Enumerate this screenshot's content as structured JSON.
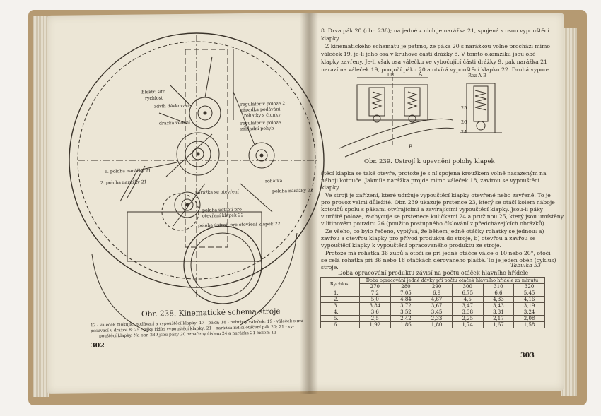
{
  "left_page": {
    "figure_caption": "Obr. 238. Kinematické schema stroje",
    "legend_lines": [
      "12 - váleček blokující podávací a vypouštěcí klapky; 17 - páka; 18 - nebrbný váleček; 19 - váleček s mu-",
      "posuvací v drážce 8; 25 - páky řídící vypouštěcí klapky; 21 - narážka řídící otáčení pák 20; 21 - vy-",
      "pouštěcí klapky. Na obr. 239 jsou páky 20 označeny číslem 24 a narážka 21 číslem 11"
    ],
    "diagram_labels": [
      "Elektr. síto",
      "rychlost",
      "zdvih dávkovací",
      "drážka vedení",
      "regulátor v poloze 2",
      "západka podávání",
      "rohatky s člunky",
      "regulátor v poloze",
      "základní pohyb",
      "1. poloha narážky 21",
      "2. poloha narážky 21",
      "rohatka",
      "narážka se otevření",
      "poloha narážky 22",
      "poloha ústrojí pro",
      "otevření klapek 22",
      "poloha ústrojí pro otevření klapek 22"
    ],
    "page_number": "302"
  },
  "right_page": {
    "text_top": [
      "8. Drva pák 20 (obr. 238); na jedné z nich je narážka 21, spojená s osou vypouštěcí",
      "klapky.",
      "Z kinematického schematu je patrno, že páka 20 s narážkou volně prochází mimo",
      "váleček 19, je-li jeho osa v kruhové části drážky 8. V tomto okamžiku jsou obě",
      "klapky zavřeny. Je-li však osa válečku ve vybočující části drážky 9, pak narážka 21",
      "narazí na váleček 19, pootočí páku 20 a otvírá vypouštěcí klapku 22. Druhá vypou-"
    ],
    "figure_caption": "Obr. 239. Ústrojí k upevnění polohy klapek",
    "figure_labels": {
      "dim": "110",
      "section": "Řez A-B",
      "a": "A",
      "b": "B",
      "n25": "25",
      "n26": "26",
      "n24": "24"
    },
    "paragraphs": [
      "štěcí klapka se také otevře, protože je s ní spojena kroužkem volně nasazeným na",
      "náboji kotouče. Jakmile narážka projde mimo váleček 18, zavírou se vypouštěcí",
      "klapky.",
      "Ve stroji je zařízení, které udržuje vypouštěcí klapky otevřené nebo zavřené. To je",
      "pro provoz velmi důležité. Obr. 239 ukazuje prstence 23, který se otáčí kolem náboje",
      "kotoučů spolu s pákami otvírajícími a zavírajícími vypouštěcí klapky. Jsou-li páky",
      "v určité poloze, zachycuje se prstenece kuličkami 24 a pružinou 25, který jsou umístěny",
      "v litinovém pouzdru 26 (použito postupného číslování z předcházejících obrázků).",
      "Ze všeho, co bylo řečeno, vyplývá, že během jedné otáčky rohatky se jednou: a)",
      "zavřou a otevřou klapky pro přívod produktu do stroje, b) otevřou a zavřou se",
      "vypouštěcí klapky k vypouštění opracovaného produktu ze stroje.",
      "Protože má rohatka 36 zubů a otočí se při jedné otáčce válce o 10 nebo 20°, otočí",
      "se celá rohatka při 36 nebo 18 otáčkách děrovaného pláště. To je jeden oběh (cyklus)",
      "stroje."
    ],
    "table_label": "Tabulka 53",
    "table_title": "Doba opracování produktu závisí na počtu otáček hlavního hřídele",
    "table": {
      "row_header": "Rychlost",
      "span_header": "Doba opracování jedné dávky při počtu otáček hlavního hřídele za minutu",
      "columns": [
        "270",
        "280",
        "290",
        "300",
        "310",
        "320"
      ],
      "rows": [
        {
          "label": "1.",
          "values": [
            "7,2",
            "7,05",
            "6,9",
            "6,75",
            "6,6",
            "5,45"
          ]
        },
        {
          "label": "2.",
          "values": [
            "5,0",
            "4,84",
            "4,67",
            "4,5",
            "4,33",
            "4,16"
          ]
        },
        {
          "label": "3.",
          "values": [
            "3,84",
            "3,72",
            "3,67",
            "3,47",
            "3,43",
            "3,19"
          ]
        },
        {
          "label": "4.",
          "values": [
            "3,6",
            "3,52",
            "3,45",
            "3,38",
            "3,31",
            "3,24"
          ]
        },
        {
          "label": "5.",
          "values": [
            "2,5",
            "2,42",
            "2,33",
            "2,25",
            "2,17",
            "2,08"
          ]
        },
        {
          "label": "6.",
          "values": [
            "1,92",
            "1,86",
            "1,80",
            "1,74",
            "1,67",
            "1,58"
          ]
        }
      ]
    },
    "page_number": "303"
  }
}
